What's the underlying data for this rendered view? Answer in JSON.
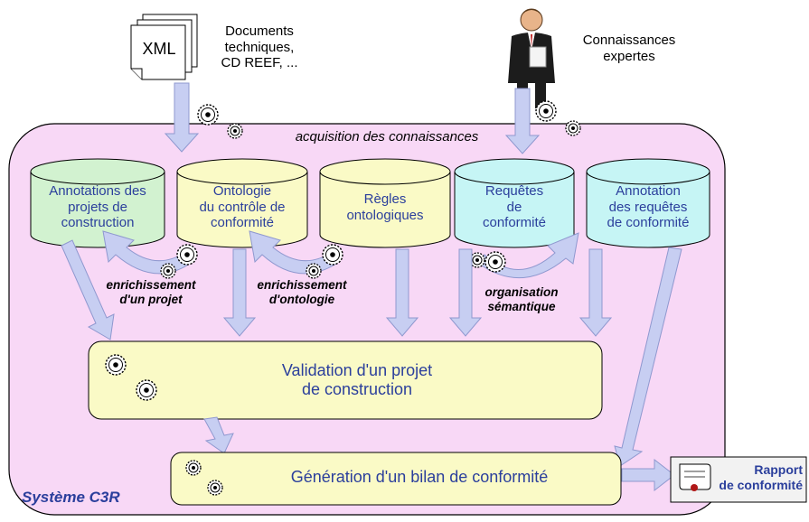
{
  "inputs": {
    "xml_label": "XML",
    "documents": [
      "Documents",
      "techniques,",
      "CD REEF, ..."
    ],
    "expert": [
      "Connaissances",
      "expertes"
    ]
  },
  "acquisition": "acquisition des connaissances",
  "databases": [
    {
      "lines": [
        "Annotations des",
        "projets de",
        "construction"
      ],
      "color": "#d2f2d0"
    },
    {
      "lines": [
        "Ontologie",
        "du contrôle de",
        "conformité"
      ],
      "color": "#fafac6"
    },
    {
      "lines": [
        "Règles",
        "ontologiques"
      ],
      "color": "#fafac6"
    },
    {
      "lines": [
        "Requêtes",
        "de",
        "conformité"
      ],
      "color": "#c6f5f5"
    },
    {
      "lines": [
        "Annotation",
        "des requêtes",
        "de conformité"
      ],
      "color": "#c6f5f5"
    }
  ],
  "processes": {
    "enrich_project": [
      "enrichissement",
      "d'un projet"
    ],
    "enrich_ontology": [
      "enrichissement",
      "d'ontologie"
    ],
    "semantic_org": [
      "organisation",
      "sémantique"
    ]
  },
  "validation": [
    "Validation d'un projet",
    "de construction"
  ],
  "generation": "Génération d'un bilan de conformité",
  "system_label": "Système C3R",
  "report": [
    "Rapport",
    "de conformité"
  ],
  "colors": {
    "system_bg": "#f8d8f6",
    "box_bg": "#fafac6",
    "arrow_fill": "#c7cef2",
    "arrow_stroke": "#8f98cf",
    "text_blue": "#2b3f9c"
  }
}
